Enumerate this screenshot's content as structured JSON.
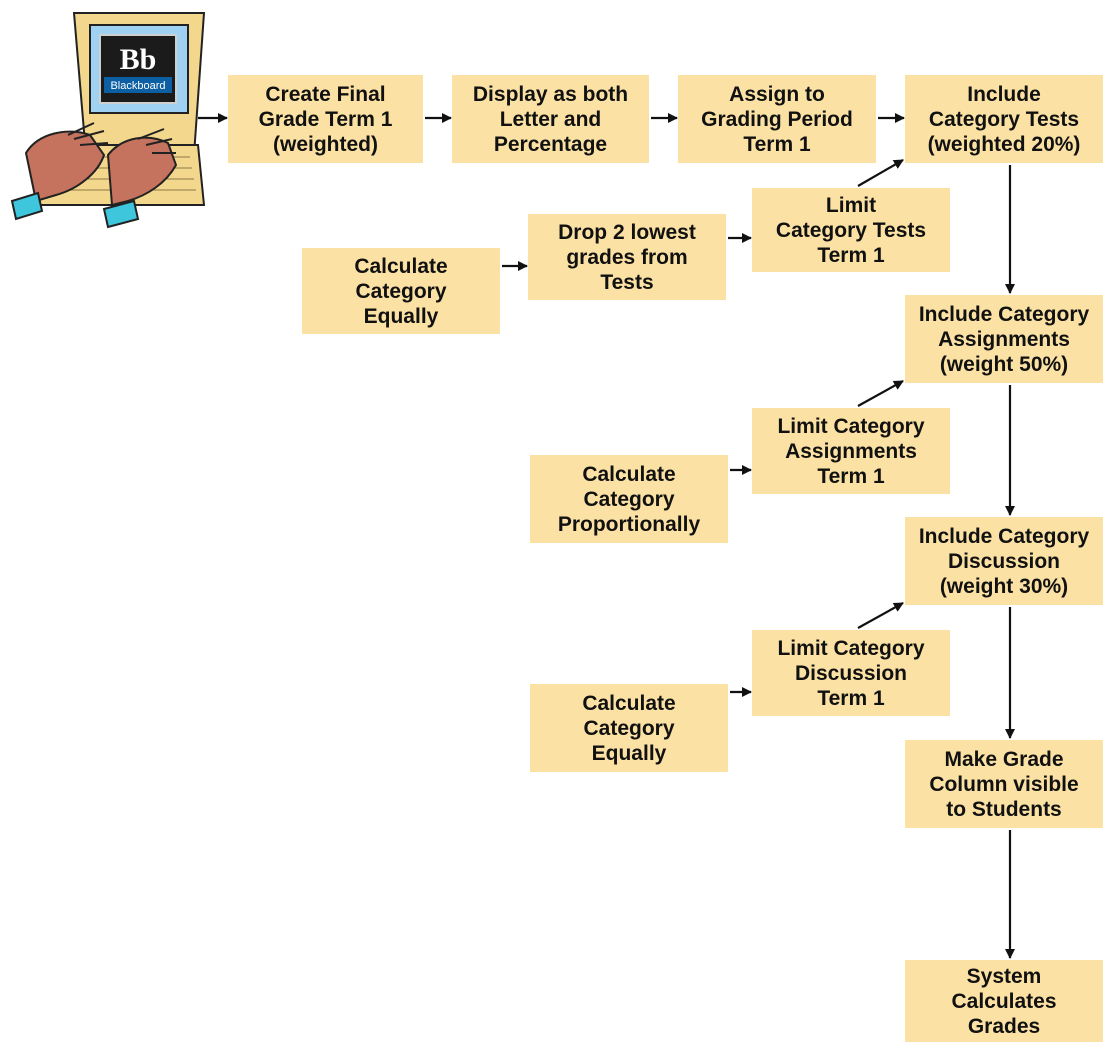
{
  "logo": {
    "mark": "Bb",
    "name": "Blackboard"
  },
  "colors": {
    "box_fill": "#fbe2a4",
    "arrow": "#111111",
    "screen_blue": "#9fd2f2",
    "laptop_tan": "#f3d78c",
    "skin": "#c5735f",
    "cuff": "#3ec6dc"
  },
  "nodes": {
    "create_final": [
      "Create Final",
      "Grade Term 1",
      "(weighted)"
    ],
    "display_both": [
      "Display as both",
      "Letter and",
      "Percentage"
    ],
    "assign_period": [
      "Assign to",
      "Grading Period",
      "Term 1"
    ],
    "include_tests": [
      "Include",
      "Category Tests",
      "(weighted 20%)"
    ],
    "limit_tests": [
      "Limit",
      "Category Tests",
      "Term 1"
    ],
    "drop_lowest": [
      "Drop 2 lowest",
      "grades from",
      "Tests"
    ],
    "calc_equally_1": [
      "Calculate",
      "Category",
      "Equally"
    ],
    "include_assignments": [
      "Include Category",
      "Assignments",
      "(weight 50%)"
    ],
    "limit_assignments": [
      "Limit Category",
      "Assignments",
      "Term 1"
    ],
    "calc_proportionally": [
      "Calculate",
      "Category",
      "Proportionally"
    ],
    "include_discussion": [
      "Include Category",
      "Discussion",
      "(weight 30%)"
    ],
    "limit_discussion": [
      "Limit Category",
      "Discussion",
      "Term 1"
    ],
    "calc_equally_2": [
      "Calculate",
      "Category",
      "Equally"
    ],
    "make_visible": [
      "Make Grade",
      "Column visible",
      "to Students"
    ],
    "system_calculates": [
      "System",
      "Calculates",
      "Grades"
    ]
  },
  "edges": [
    [
      "start",
      "create_final"
    ],
    [
      "create_final",
      "display_both"
    ],
    [
      "display_both",
      "assign_period"
    ],
    [
      "assign_period",
      "include_tests"
    ],
    [
      "limit_tests",
      "include_tests"
    ],
    [
      "drop_lowest",
      "limit_tests"
    ],
    [
      "calc_equally_1",
      "drop_lowest"
    ],
    [
      "include_tests",
      "include_assignments"
    ],
    [
      "limit_assignments",
      "include_assignments"
    ],
    [
      "calc_proportionally",
      "limit_assignments"
    ],
    [
      "include_assignments",
      "include_discussion"
    ],
    [
      "limit_discussion",
      "include_discussion"
    ],
    [
      "calc_equally_2",
      "limit_discussion"
    ],
    [
      "include_discussion",
      "make_visible"
    ],
    [
      "make_visible",
      "system_calculates"
    ]
  ]
}
